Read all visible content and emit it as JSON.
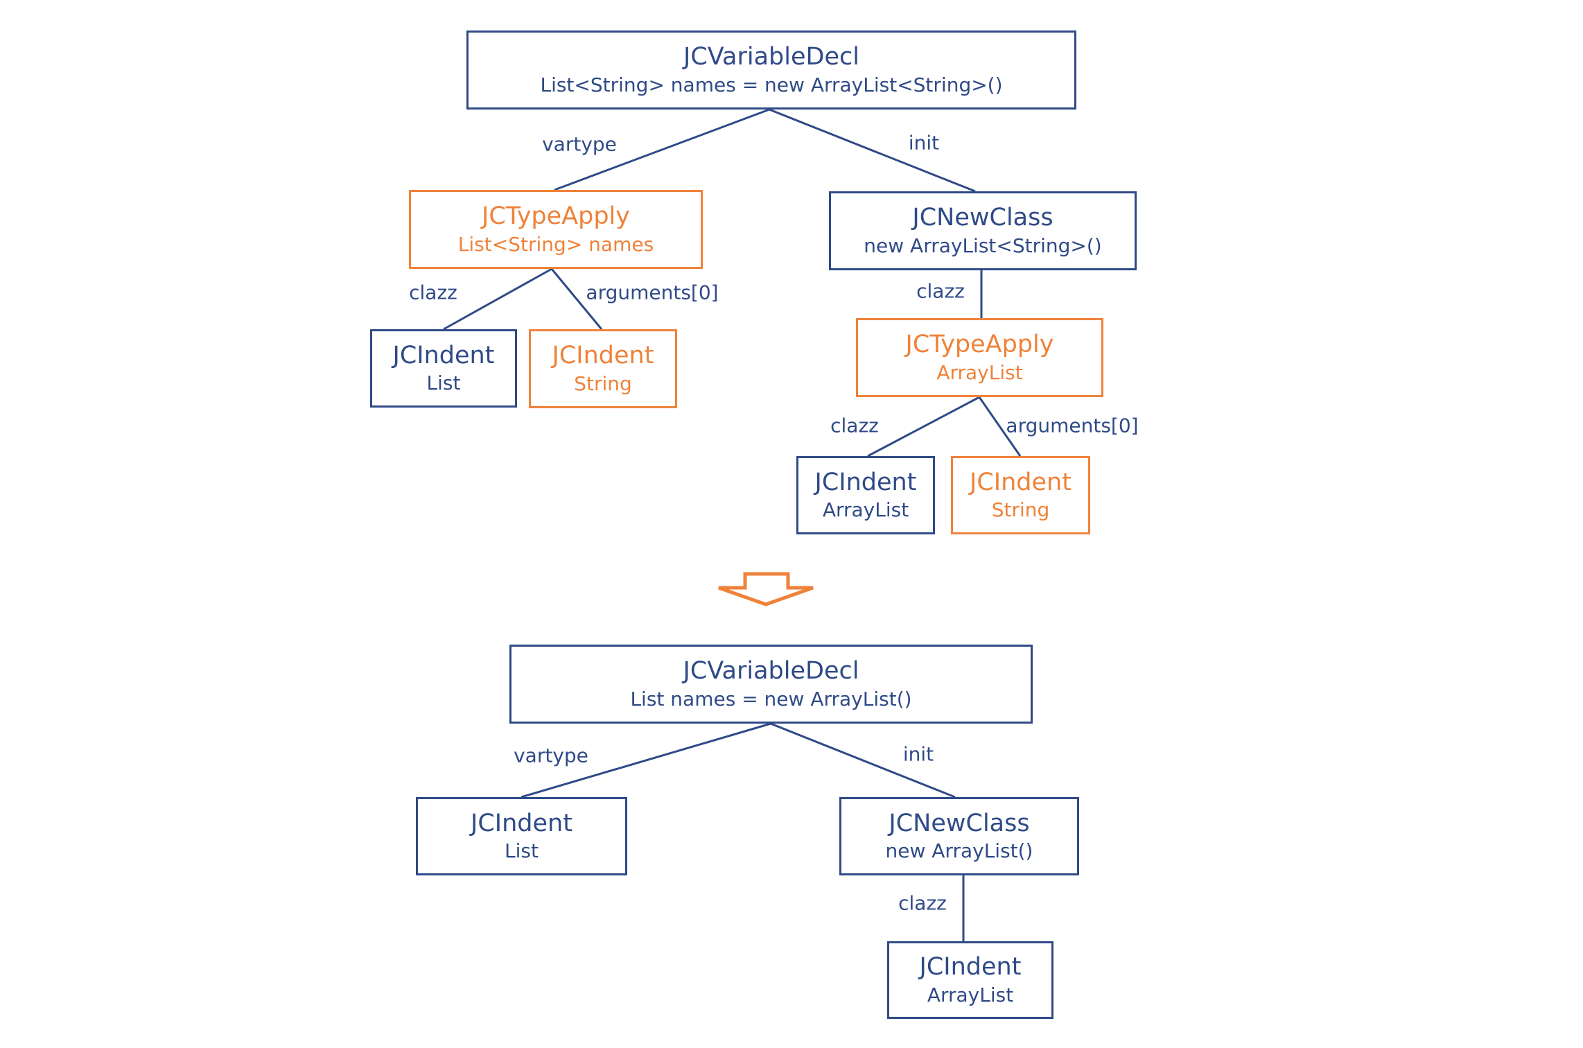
{
  "colors": {
    "blue": "#2f4a87",
    "orange": "#ef8239",
    "background": "#ffffff"
  },
  "top_tree": {
    "root": {
      "title": "JCVariableDecl",
      "subtitle": "List<String> names = new ArrayList<String>()"
    },
    "type_apply_left": {
      "title": "JCTypeApply",
      "subtitle": "List<String> names"
    },
    "new_class": {
      "title": "JCNewClass",
      "subtitle": "new ArrayList<String>()"
    },
    "indent_list": {
      "title": "JCIndent",
      "subtitle": "List"
    },
    "indent_string_left": {
      "title": "JCIndent",
      "subtitle": "String"
    },
    "type_apply_right": {
      "title": "JCTypeApply",
      "subtitle": "ArrayList"
    },
    "indent_arraylist": {
      "title": "JCIndent",
      "subtitle": "ArrayList"
    },
    "indent_string_right": {
      "title": "JCIndent",
      "subtitle": "String"
    },
    "labels": {
      "vartype": "vartype",
      "init": "init",
      "clazz_left": "clazz",
      "arguments_left": "arguments[0]",
      "clazz_mid": "clazz",
      "clazz_right": "clazz",
      "arguments_right": "arguments[0]"
    }
  },
  "transform_arrow": {
    "icon": "down-arrow"
  },
  "bottom_tree": {
    "root": {
      "title": "JCVariableDecl",
      "subtitle": "List names = new ArrayList()"
    },
    "indent_list": {
      "title": "JCIndent",
      "subtitle": "List"
    },
    "new_class": {
      "title": "JCNewClass",
      "subtitle": "new ArrayList()"
    },
    "indent_arraylist": {
      "title": "JCIndent",
      "subtitle": "ArrayList"
    },
    "labels": {
      "vartype": "vartype",
      "init": "init",
      "clazz": "clazz"
    }
  }
}
